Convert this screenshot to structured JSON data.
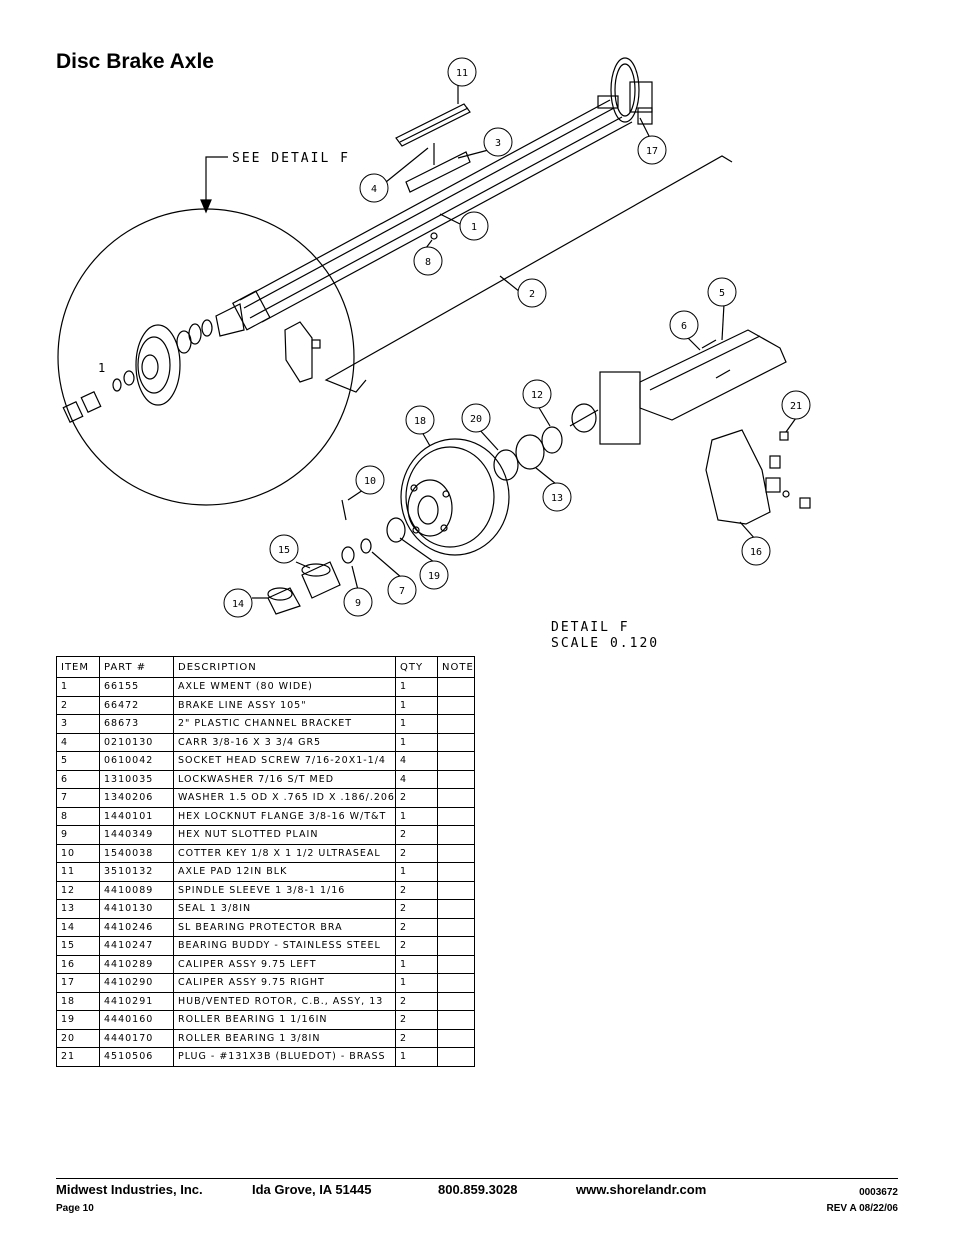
{
  "page": {
    "title": "Disc Brake Axle"
  },
  "diagram": {
    "detail_callout": "SEE DETAIL  F",
    "detail_label": "DETAIL  F",
    "detail_scale": "SCALE  0.120",
    "circle_marker": "1",
    "callouts": [
      "1",
      "2",
      "3",
      "4",
      "5",
      "6",
      "7",
      "8",
      "9",
      "10",
      "11",
      "12",
      "13",
      "14",
      "15",
      "16",
      "17",
      "18",
      "19",
      "20",
      "21"
    ]
  },
  "parts_table": {
    "headers": [
      "ITEM",
      "PART #",
      "DESCRIPTION",
      "QTY",
      "NOTE"
    ],
    "rows": [
      {
        "item": "1",
        "part": "66155",
        "desc": "AXLE WMENT (80 WIDE)",
        "qty": "1",
        "note": ""
      },
      {
        "item": "2",
        "part": "66472",
        "desc": "BRAKE LINE ASSY 105\"",
        "qty": "1",
        "note": ""
      },
      {
        "item": "3",
        "part": "68673",
        "desc": "2\" PLASTIC CHANNEL BRACKET",
        "qty": "1",
        "note": ""
      },
      {
        "item": "4",
        "part": "0210130",
        "desc": "CARR 3/8-16 X 3 3/4 GR5",
        "qty": "1",
        "note": ""
      },
      {
        "item": "5",
        "part": "0610042",
        "desc": "SOCKET HEAD SCREW 7/16-20X1-1/4",
        "qty": "4",
        "note": ""
      },
      {
        "item": "6",
        "part": "1310035",
        "desc": "LOCKWASHER 7/16 S/T MED",
        "qty": "4",
        "note": ""
      },
      {
        "item": "7",
        "part": "1340206",
        "desc": "WASHER 1.5 OD X .765 ID X .186/.206",
        "qty": "2",
        "note": ""
      },
      {
        "item": "8",
        "part": "1440101",
        "desc": "HEX LOCKNUT FLANGE 3/8-16 W/T&T",
        "qty": "1",
        "note": ""
      },
      {
        "item": "9",
        "part": "1440349",
        "desc": "HEX NUT SLOTTED PLAIN",
        "qty": "2",
        "note": ""
      },
      {
        "item": "10",
        "part": "1540038",
        "desc": "COTTER KEY 1/8 X 1 1/2 ULTRASEAL",
        "qty": "2",
        "note": ""
      },
      {
        "item": "11",
        "part": "3510132",
        "desc": "AXLE PAD 12IN  BLK",
        "qty": "1",
        "note": ""
      },
      {
        "item": "12",
        "part": "4410089",
        "desc": "SPINDLE SLEEVE  1 3/8-1 1/16",
        "qty": "2",
        "note": ""
      },
      {
        "item": "13",
        "part": "4410130",
        "desc": "SEAL  1 3/8IN",
        "qty": "2",
        "note": ""
      },
      {
        "item": "14",
        "part": "4410246",
        "desc": "SL BEARING PROTECTOR BRA",
        "qty": "2",
        "note": ""
      },
      {
        "item": "15",
        "part": "4410247",
        "desc": "BEARING BUDDY - STAINLESS STEEL",
        "qty": "2",
        "note": ""
      },
      {
        "item": "16",
        "part": "4410289",
        "desc": "CALIPER ASSY 9.75 LEFT",
        "qty": "1",
        "note": ""
      },
      {
        "item": "17",
        "part": "4410290",
        "desc": "CALIPER ASSY 9.75 RIGHT",
        "qty": "1",
        "note": ""
      },
      {
        "item": "18",
        "part": "4410291",
        "desc": "HUB/VENTED ROTOR, C.B., ASSY, 13",
        "qty": "2",
        "note": ""
      },
      {
        "item": "19",
        "part": "4440160",
        "desc": "ROLLER BEARING   1 1/16IN",
        "qty": "2",
        "note": ""
      },
      {
        "item": "20",
        "part": "4440170",
        "desc": "ROLLER BEARING   1 3/8IN",
        "qty": "2",
        "note": ""
      },
      {
        "item": "21",
        "part": "4510506",
        "desc": "PLUG - #131X3B (BLUEDOT) - BRASS",
        "qty": "1",
        "note": ""
      }
    ]
  },
  "footer": {
    "company": "Midwest Industries, Inc.",
    "city": "Ida Grove, IA  51445",
    "phone": "800.859.3028",
    "website": "www.shorelandr.com",
    "doc_number": "0003672",
    "page": "Page 10",
    "revision": "REV A  08/22/06"
  }
}
